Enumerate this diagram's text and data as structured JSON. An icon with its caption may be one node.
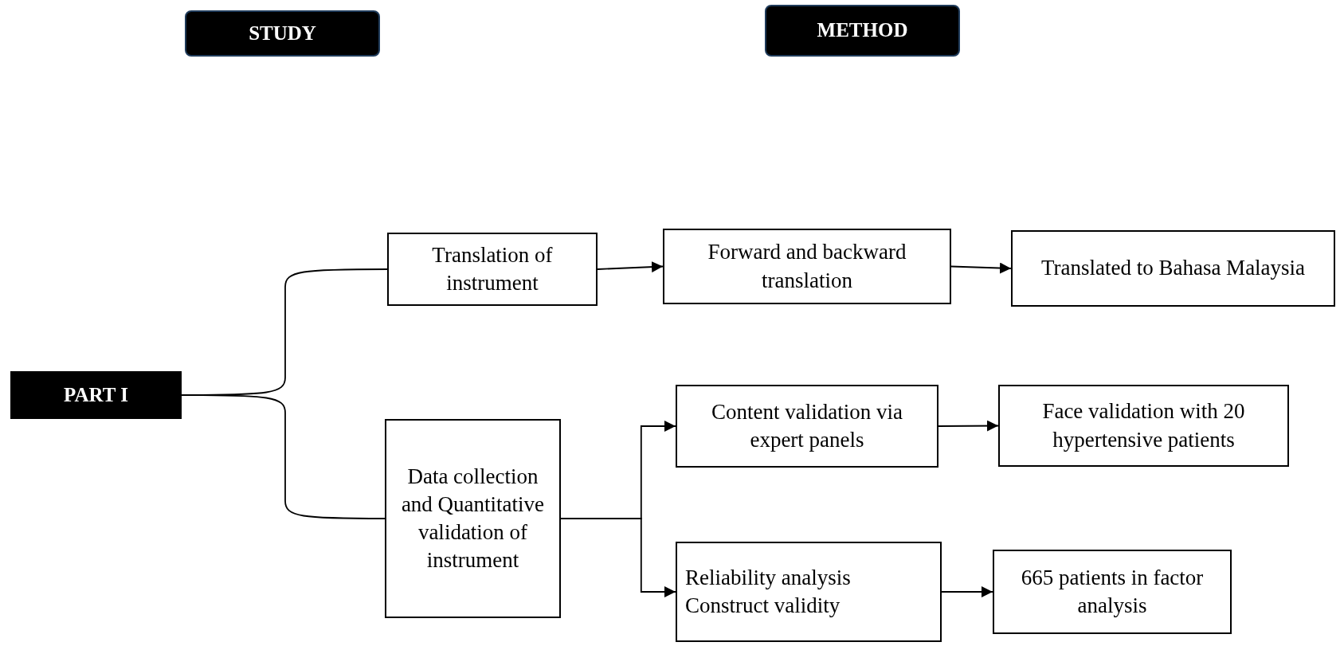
{
  "diagram": {
    "nodes": [
      {
        "text": [
          "STUDY"
        ]
      },
      {
        "text": [
          "METHOD"
        ]
      },
      {
        "text": [
          "PART I"
        ]
      },
      {
        "text": [
          "Translation of instrument"
        ]
      },
      {
        "text": [
          "Forward and backward translation"
        ]
      },
      {
        "text": [
          "Translated to Bahasa Malaysia"
        ]
      },
      {
        "text": [
          "Data collection and Quantitative validation of instrument"
        ]
      },
      {
        "text": [
          "Content validation via expert panels"
        ]
      },
      {
        "text": [
          "Face validation with 20 hypertensive patients"
        ]
      },
      {
        "text": [
          "Reliability analysis",
          "Construct validity"
        ]
      },
      {
        "text": [
          "665 patients in factor analysis"
        ]
      }
    ],
    "edges": [
      {
        "from": 2,
        "to": 3,
        "arrow": "none"
      },
      {
        "from": 2,
        "to": 6,
        "arrow": "none"
      },
      {
        "from": 3,
        "to": 4,
        "arrow": "to"
      },
      {
        "from": 4,
        "to": 5,
        "arrow": "to"
      },
      {
        "from": 6,
        "to": 7,
        "arrow": "to"
      },
      {
        "from": 6,
        "to": 9,
        "arrow": "to"
      },
      {
        "from": 7,
        "to": 8,
        "arrow": "to"
      },
      {
        "from": 9,
        "to": 10,
        "arrow": "to"
      }
    ]
  }
}
